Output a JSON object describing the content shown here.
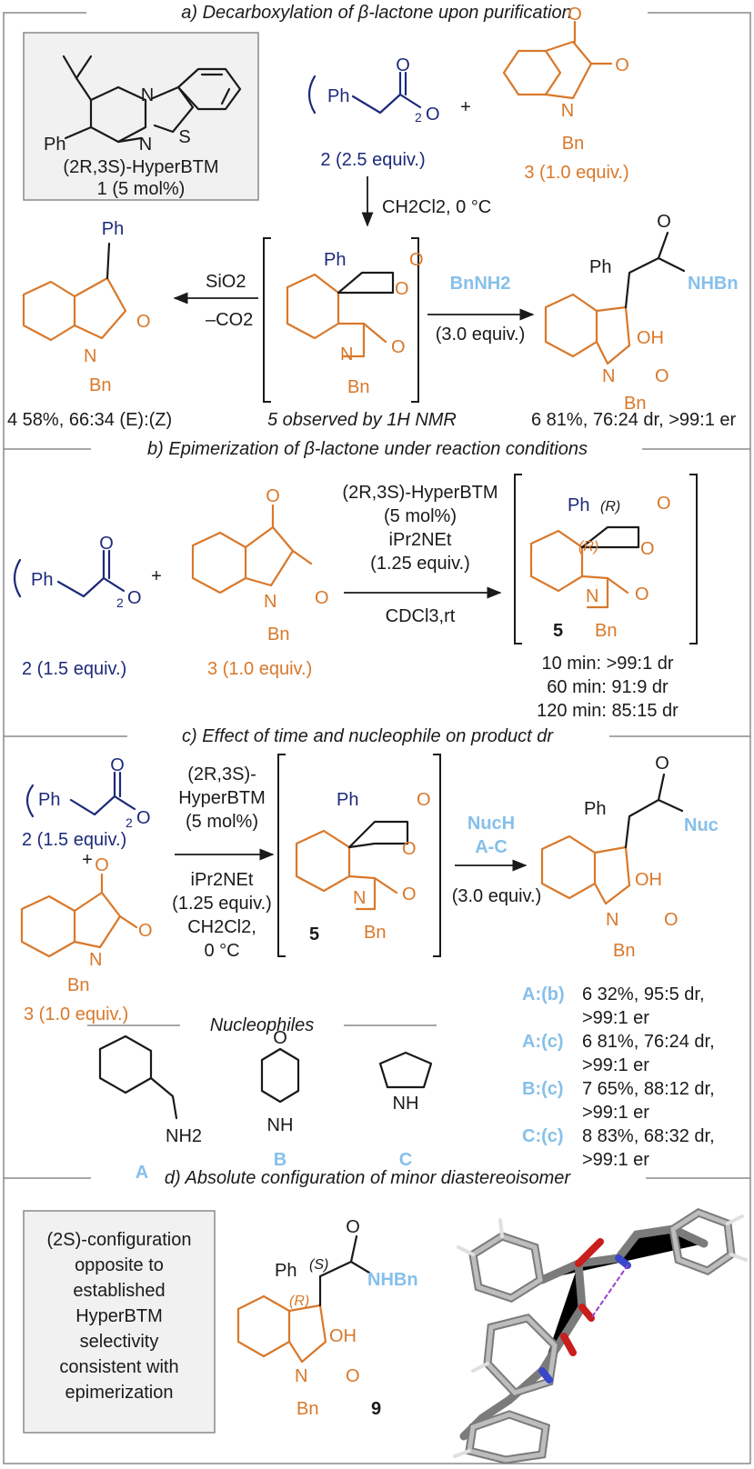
{
  "sections": {
    "a": {
      "title": "a) Decarboxylation of β-lactone upon purification"
    },
    "b": {
      "title": "b) Epimerization of β-lactone under reaction conditions"
    },
    "c": {
      "title": "c) Effect of time and nucleophile on product dr"
    },
    "d": {
      "title": "d) Absolute configuration of minor diastereoisomer"
    }
  },
  "catalyst_box": {
    "name": "(2R,3S)-HyperBTM",
    "loading": "1 (5 mol%)",
    "atoms": {
      "ph": "Ph",
      "n1": "N",
      "n2": "N",
      "s": "S"
    }
  },
  "common": {
    "ph": "Ph",
    "bn": "Bn",
    "n": "N",
    "o": "O",
    "oh": "OH",
    "nhbn": "NHBn",
    "two": "2",
    "plus": "+",
    "nuc": "Nuc"
  },
  "stereo": {
    "r": "(R)",
    "s": "(S)"
  },
  "section_a": {
    "anhydride_label": "2 (2.5 equiv.)",
    "isatin_label": "3 (1.0 equiv.)",
    "arrow_down": "CH2Cl2, 0 °C",
    "left_reagent_top": "SiO2",
    "left_reagent_bottom": "–CO2",
    "right_reagent_top": "BnNH2",
    "right_reagent_bottom": "(3.0 equiv.)",
    "product4": "4 58%, 66:34 (E):(Z)",
    "lactone5": "5 observed by 1H NMR",
    "product6": "6 81%, 76:24 dr, >99:1 er"
  },
  "section_b": {
    "anhydride_label": "2 (1.5 equiv.)",
    "isatin_label": "3 (1.0 equiv.)",
    "cond1": "(2R,3S)-HyperBTM",
    "cond2": "(5 mol%)",
    "cond3": "iPr2NEt",
    "cond4": "(1.25 equiv.)",
    "cond5": "CDCl3,rt",
    "lactone_num": "5",
    "dr_results": [
      "10 min: >99:1 dr",
      "60 min: 91:9 dr",
      "120 min: 85:15 dr"
    ]
  },
  "section_c": {
    "anhydride_label": "2 (1.5 equiv.)",
    "isatin_label": "3 (1.0 equiv.)",
    "cond": [
      "(2R,3S)-",
      "HyperBTM",
      "(5 mol%)",
      "iPr2NEt",
      "(1.25 equiv.)",
      "CH2Cl2,",
      "0 °C"
    ],
    "lactone_num": "5",
    "nuc_top": "NucH",
    "nuc_mid": "A-C",
    "nuc_bottom": "(3.0 equiv.)",
    "nucleophiles_title": "Nucleophiles",
    "nucleophiles": [
      {
        "letter": "A",
        "atom": "NH2"
      },
      {
        "letter": "B",
        "atom": "NH",
        "atom2": "O"
      },
      {
        "letter": "C",
        "atom": "NH"
      }
    ],
    "results": [
      {
        "tag": "A:(b)",
        "line1": "6 32%, 95:5 dr,",
        "line2": ">99:1 er"
      },
      {
        "tag": "A:(c)",
        "line1": "6 81%, 76:24 dr,",
        "line2": ">99:1 er"
      },
      {
        "tag": "B:(c)",
        "line1": "7 65%, 88:12 dr,",
        "line2": ">99:1 er"
      },
      {
        "tag": "C:(c)",
        "line1": "8 83%, 68:32 dr,",
        "line2": ">99:1 er"
      }
    ]
  },
  "section_d": {
    "box_lines": [
      "(2S)-configuration",
      "opposite to",
      "established",
      "HyperBTM",
      "selectivity",
      "consistent with",
      "epimerization"
    ],
    "compound_num": "9"
  }
}
